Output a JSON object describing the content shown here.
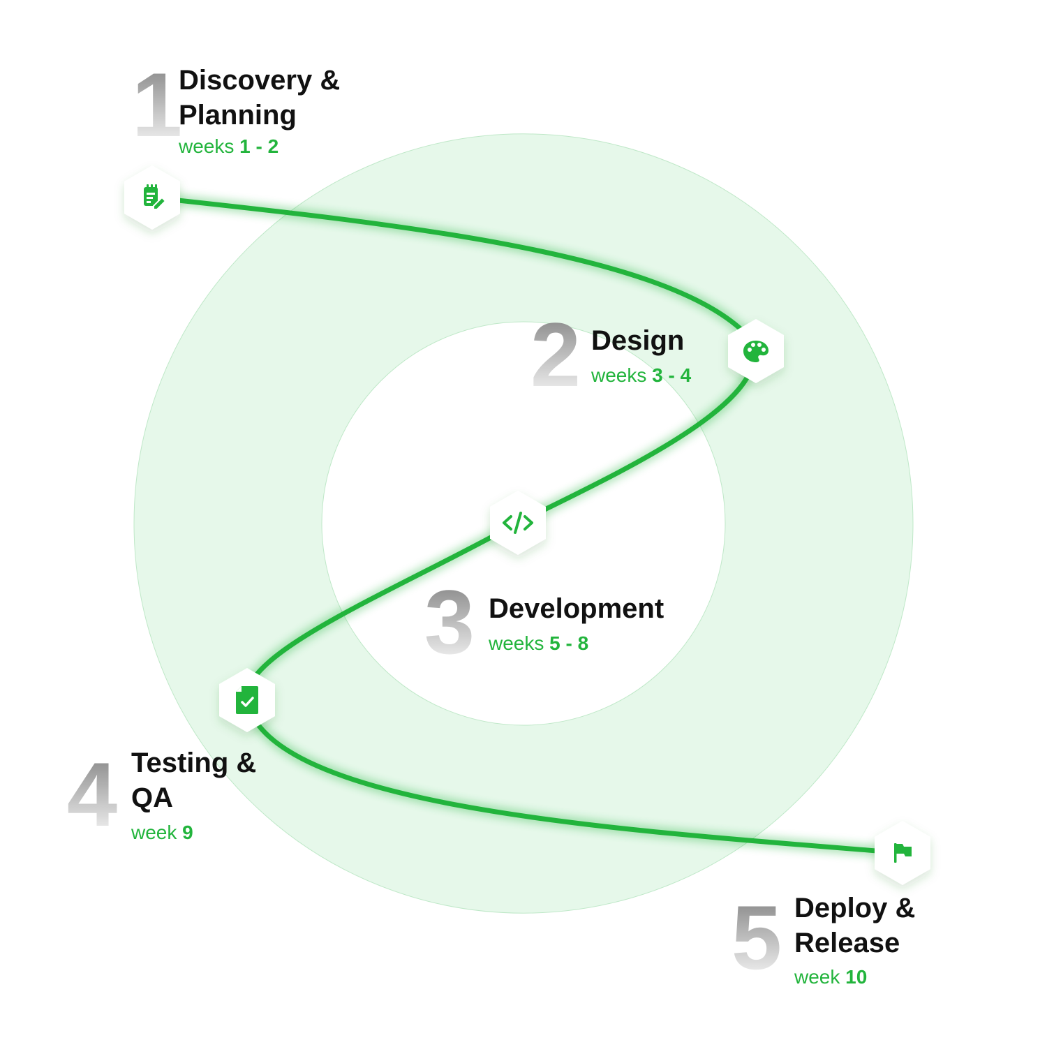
{
  "colors": {
    "accent": "#22b43c",
    "ring_fill": "#e6f8ea",
    "ring_stroke": "#bfe8c8",
    "title": "#111111",
    "number_gradient": [
      "#7a7a7a",
      "#ffffff"
    ]
  },
  "steps": [
    {
      "number": "1",
      "title_lines": [
        "Discovery &",
        "Planning"
      ],
      "weeks_prefix": "weeks",
      "weeks_value": "1 - 2",
      "icon": "clipboard-edit-icon"
    },
    {
      "number": "2",
      "title_lines": [
        "Design"
      ],
      "weeks_prefix": "weeks",
      "weeks_value": "3 - 4",
      "icon": "palette-icon"
    },
    {
      "number": "3",
      "title_lines": [
        "Development"
      ],
      "weeks_prefix": "weeks",
      "weeks_value": "5 - 8",
      "icon": "code-icon"
    },
    {
      "number": "4",
      "title_lines": [
        "Testing &",
        "QA"
      ],
      "weeks_prefix": "week",
      "weeks_value": "9",
      "icon": "clipboard-check-icon"
    },
    {
      "number": "5",
      "title_lines": [
        "Deploy &",
        "Release"
      ],
      "weeks_prefix": "week",
      "weeks_value": "10",
      "icon": "flag-icon"
    }
  ]
}
